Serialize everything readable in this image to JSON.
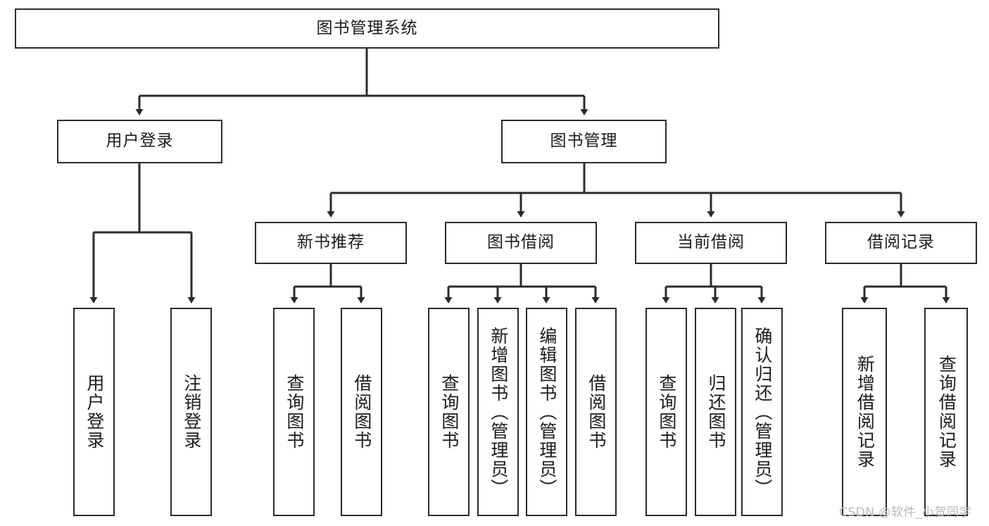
{
  "diagram": {
    "type": "tree-hierarchy-chart",
    "title_text": "图书管理系统",
    "line_color": "#2b2b2b",
    "box_fill": "#ffffff",
    "text_color": "#1b1b1b",
    "watermark": "CSDN @软件_小贺同学",
    "levels": {
      "root": "图书管理系统",
      "level2": [
        "用户登录",
        "图书管理"
      ],
      "level3": [
        "新书推荐",
        "图书借阅",
        "当前借阅",
        "借阅记录"
      ]
    },
    "nodes": {
      "root": {
        "label": "图书管理系统"
      },
      "user_login": {
        "label": "用户登录"
      },
      "book_manage": {
        "label": "图书管理"
      },
      "new_book_rec": {
        "label": "新书推荐"
      },
      "book_borrow": {
        "label": "图书借阅"
      },
      "current_borrow": {
        "label": "当前借阅"
      },
      "borrow_record": {
        "label": "借阅记录"
      },
      "leaf_user_login": {
        "label": "用户登录"
      },
      "leaf_logout": {
        "label": "注销登录"
      },
      "leaf_query_book_1": {
        "label": "查询图书"
      },
      "leaf_borrow_book_1": {
        "label": "借阅图书"
      },
      "leaf_query_book_2": {
        "label": "查询图书"
      },
      "leaf_add_book_admin": {
        "label": "新增图书（管理员）"
      },
      "leaf_edit_book_admin": {
        "label": "编辑图书（管理员）"
      },
      "leaf_borrow_book_2": {
        "label": "借阅图书"
      },
      "leaf_query_book_3": {
        "label": "查询图书"
      },
      "leaf_return_book": {
        "label": "归还图书"
      },
      "leaf_confirm_return_admin": {
        "label": "确认归还（管理员）"
      },
      "leaf_add_record": {
        "label": "新增借阅记录"
      },
      "leaf_query_record": {
        "label": "查询借阅记录"
      }
    }
  }
}
